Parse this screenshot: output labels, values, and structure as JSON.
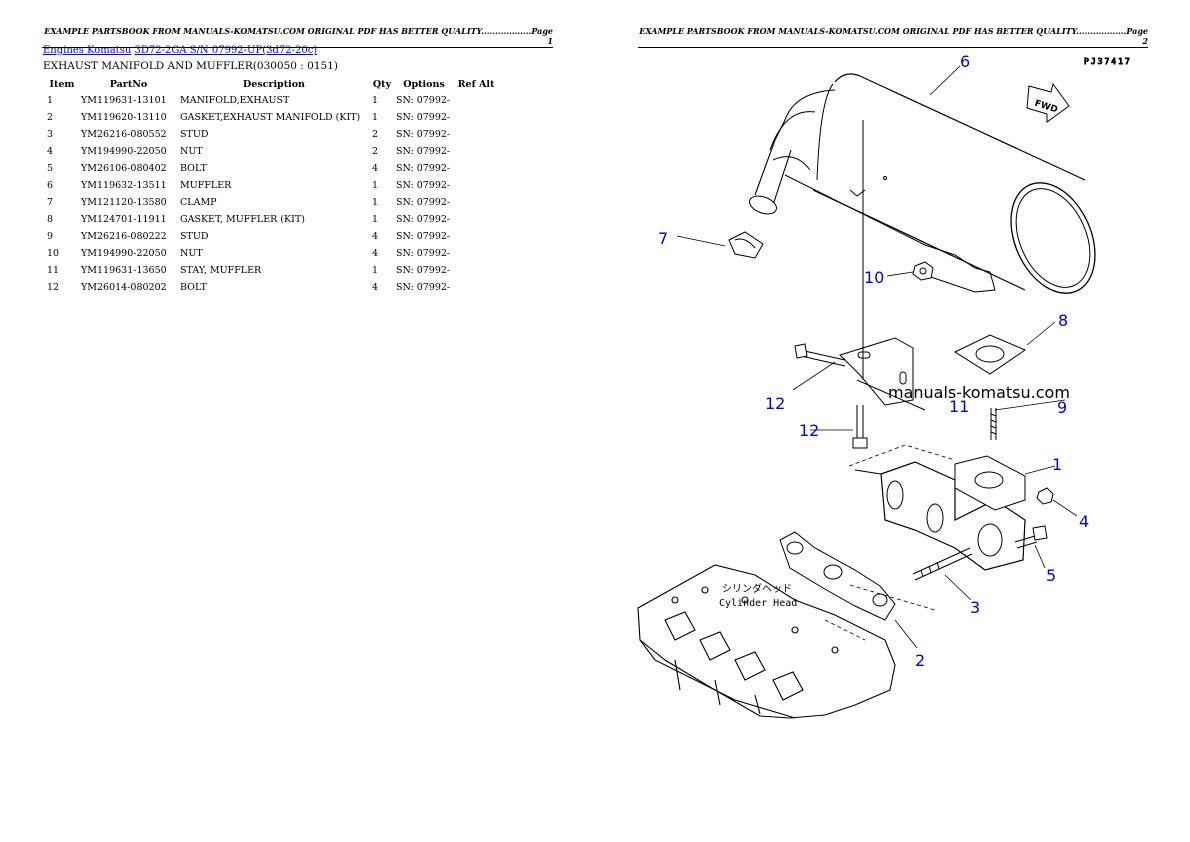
{
  "page1": {
    "header": "EXAMPLE PARTSBOOK FROM MANUALS-KOMATSU.COM ORIGINAL PDF HAS BETTER QUALITY..................Page 1",
    "breadcrumb": {
      "link1": "Engines Komatsu",
      "link2": "3D72-2GA S/N 07992-UP(3d72-20c)"
    },
    "subtitle": "EXHAUST MANIFOLD AND MUFFLER(030050 : 0151)",
    "columns": {
      "item": "Item",
      "partno": "PartNo",
      "description": "Description",
      "qty": "Qty",
      "options": "Options",
      "refalt": "Ref Alt"
    },
    "rows": [
      {
        "item": "1",
        "partno": "YM119631-13101",
        "description": "MANIFOLD,EXHAUST",
        "qty": "1",
        "options": "SN: 07992-"
      },
      {
        "item": "2",
        "partno": "YM119620-13110",
        "description": "GASKET,EXHAUST MANIFOLD (KIT)",
        "qty": "1",
        "options": "SN: 07992-"
      },
      {
        "item": "3",
        "partno": "YM26216-080552",
        "description": "STUD",
        "qty": "2",
        "options": "SN: 07992-"
      },
      {
        "item": "4",
        "partno": "YM194990-22050",
        "description": "NUT",
        "qty": "2",
        "options": "SN: 07992-"
      },
      {
        "item": "5",
        "partno": "YM26106-080402",
        "description": "BOLT",
        "qty": "4",
        "options": "SN: 07992-"
      },
      {
        "item": "6",
        "partno": "YM119632-13511",
        "description": "MUFFLER",
        "qty": "1",
        "options": "SN: 07992-"
      },
      {
        "item": "7",
        "partno": "YM121120-13580",
        "description": "CLAMP",
        "qty": "1",
        "options": "SN: 07992-"
      },
      {
        "item": "8",
        "partno": "YM124701-11911",
        "description": "GASKET, MUFFLER (KIT)",
        "qty": "1",
        "options": "SN: 07992-"
      },
      {
        "item": "9",
        "partno": "YM26216-080222",
        "description": "STUD",
        "qty": "4",
        "options": "SN: 07992-"
      },
      {
        "item": "10",
        "partno": "YM194990-22050",
        "description": "NUT",
        "qty": "4",
        "options": "SN: 07992-"
      },
      {
        "item": "11",
        "partno": "YM119631-13650",
        "description": "STAY, MUFFLER",
        "qty": "1",
        "options": "SN: 07992-"
      },
      {
        "item": "12",
        "partno": "YM26014-080202",
        "description": "BOLT",
        "qty": "4",
        "options": "SN: 07992-"
      }
    ]
  },
  "page2": {
    "header": "EXAMPLE PARTSBOOK FROM MANUALS-KOMATSU.COM ORIGINAL PDF HAS BETTER QUALITY..................Page 2",
    "diagram_code": "PJ37417",
    "fwd_label": "FWD",
    "watermark": "manuals-komatsu.com",
    "cylinder_head_jp": "シリンダヘッド",
    "cylinder_head_en": "Cylinder Head",
    "callouts": {
      "c1": "1",
      "c2": "2",
      "c3": "3",
      "c4": "4",
      "c5": "5",
      "c6": "6",
      "c7": "7",
      "c8": "8",
      "c9": "9",
      "c10": "10",
      "c11": "11",
      "c12a": "12",
      "c12b": "12"
    }
  }
}
